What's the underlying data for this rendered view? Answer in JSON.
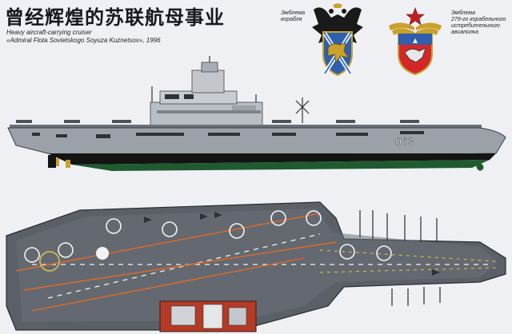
{
  "header": {
    "title": "曾经辉煌的苏联航母事业",
    "subtitle_line1": "Heavy aircraft-carrying cruiser",
    "subtitle_line2": "«Admiral Flota Sovietskogo Soyuza Kuznetsov», 1996"
  },
  "emblems": {
    "ship_label_line1": "Эмблема",
    "ship_label_line2": "корабля",
    "regiment_label_line1": "Эмблема",
    "regiment_label_line2": "279-го корабельного",
    "regiment_label_line3": "истребительного",
    "regiment_label_line4": "авиаполка"
  },
  "ship": {
    "hull_number": "063"
  },
  "colors": {
    "background": "#eef0f4",
    "hull_gray": "#9aa1a8",
    "deck_gray": "#5b6068",
    "waterline_green": "#1f5b2e",
    "boot_black": "#141414",
    "marking_orange": "#e06a24",
    "marking_white": "#f2f2f2"
  }
}
